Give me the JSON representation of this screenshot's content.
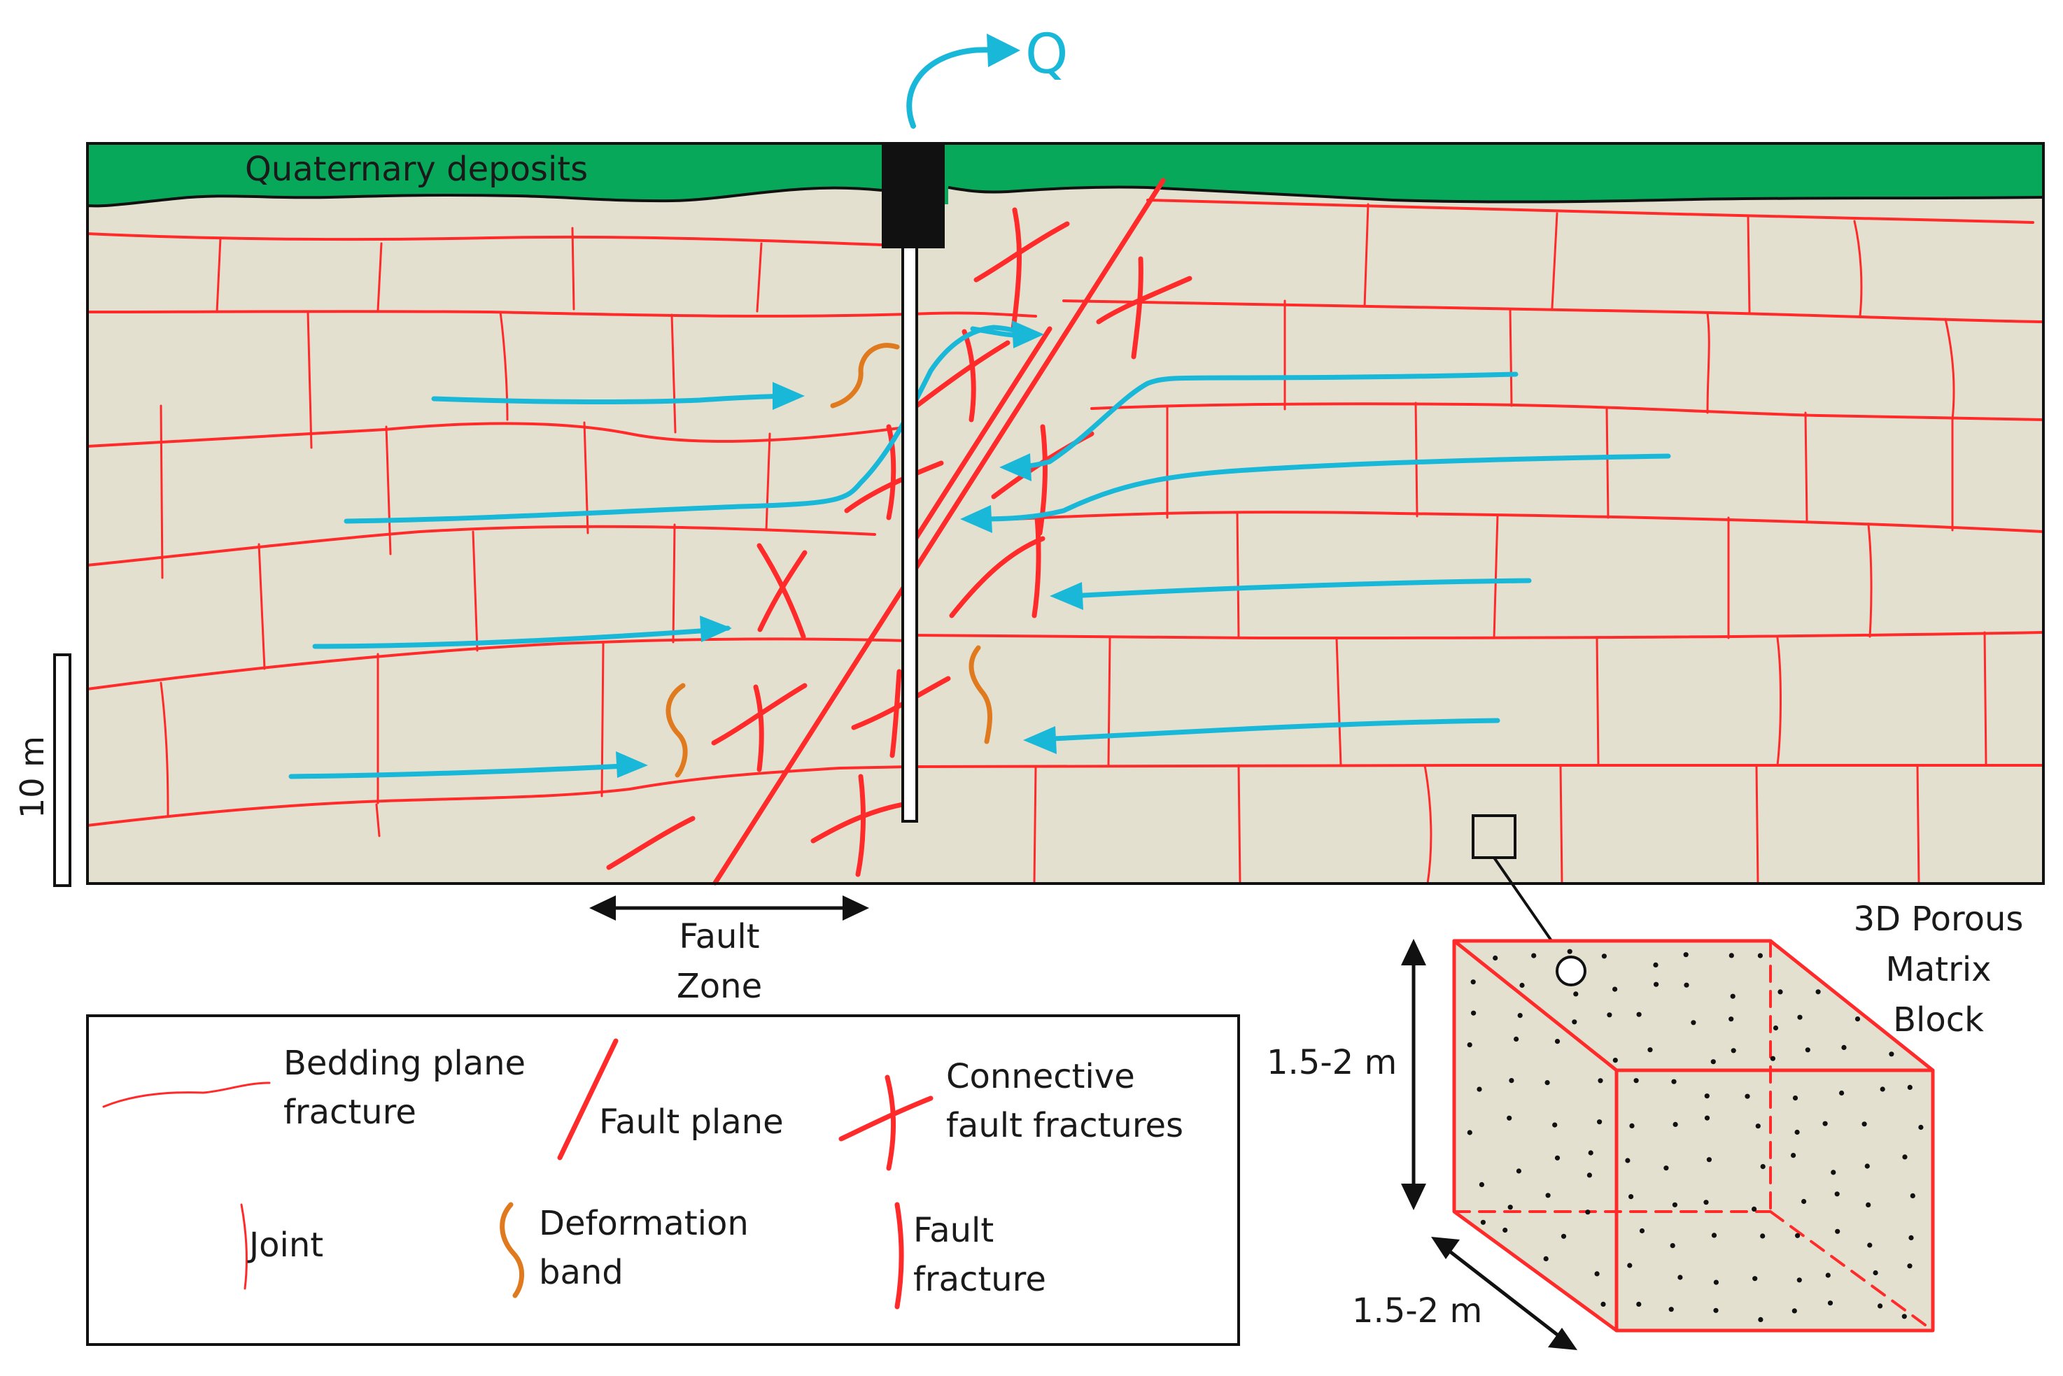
{
  "colors": {
    "rock": "#e4e0d0",
    "quaternary": "#08a85a",
    "fracture": "#ff2a2a",
    "flow": "#1ab8d8",
    "deformation": "#e07a1f",
    "well": "#111111"
  },
  "labels": {
    "quaternary": "Quaternary deposits",
    "discharge": "Q",
    "scale": "10 m",
    "fault_zone_line1": "Fault",
    "fault_zone_line2": "Zone",
    "block_title_line1": "3D Porous",
    "block_title_line2": "Matrix",
    "block_title_line3": "Block",
    "block_height": "1.5-2 m",
    "block_depth": "1.5-2 m"
  },
  "legend": {
    "bedding_line1": "Bedding plane",
    "bedding_line2": "fracture",
    "fault_plane": "Fault plane",
    "connective_line1": "Connective",
    "connective_line2": "fault fractures",
    "joint": "Joint",
    "deformation_line1": "Deformation",
    "deformation_line2": "band",
    "fault_fracture_line1": "Fault",
    "fault_fracture_line2": "fracture"
  }
}
